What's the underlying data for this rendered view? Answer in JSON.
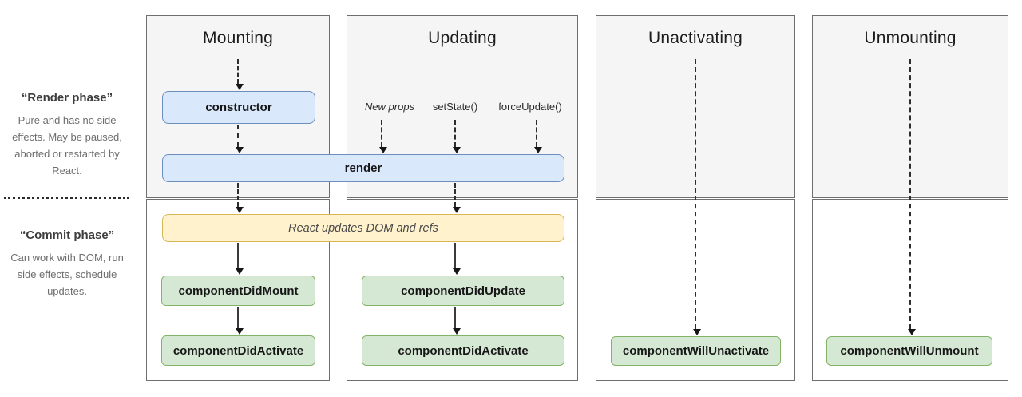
{
  "sidebar": {
    "render_phase": {
      "title": "“Render phase”",
      "description": "Pure and has no side effects. May be paused, aborted or restarted by React."
    },
    "commit_phase": {
      "title": "“Commit phase”",
      "description": "Can work with DOM, run side effects, schedule updates."
    }
  },
  "columns": [
    {
      "title": "Mounting"
    },
    {
      "title": "Updating"
    },
    {
      "title": "Unactivating"
    },
    {
      "title": "Unmounting"
    }
  ],
  "updating_triggers": [
    {
      "label": "New props"
    },
    {
      "label": "setState()"
    },
    {
      "label": "forceUpdate()"
    }
  ],
  "lifecycle_boxes": {
    "constructor": "constructor",
    "render": "render",
    "react_updates": "React updates DOM and refs",
    "component_did_mount": "componentDidMount",
    "component_did_activate_mounting": "componentDidActivate",
    "component_did_update": "componentDidUpdate",
    "component_did_activate_updating": "componentDidActivate",
    "component_will_unactivate": "componentWillUnactivate",
    "component_will_unmount": "componentWillUnmount"
  },
  "colors": {
    "render_zone_bg": "#f5f5f5",
    "commit_zone_bg": "#ffffff",
    "zone_border": "#6f6f6f",
    "blue_fill": "#dae8fc",
    "blue_border": "#6c8ebf",
    "yellow_fill": "#fff2cc",
    "yellow_border": "#d6b656",
    "green_fill": "#d5e8d4",
    "green_border": "#82b366",
    "arrow_color": "#2d2d2d",
    "text_color": "#1a1a1a",
    "muted_text": "#6e6e6e"
  }
}
